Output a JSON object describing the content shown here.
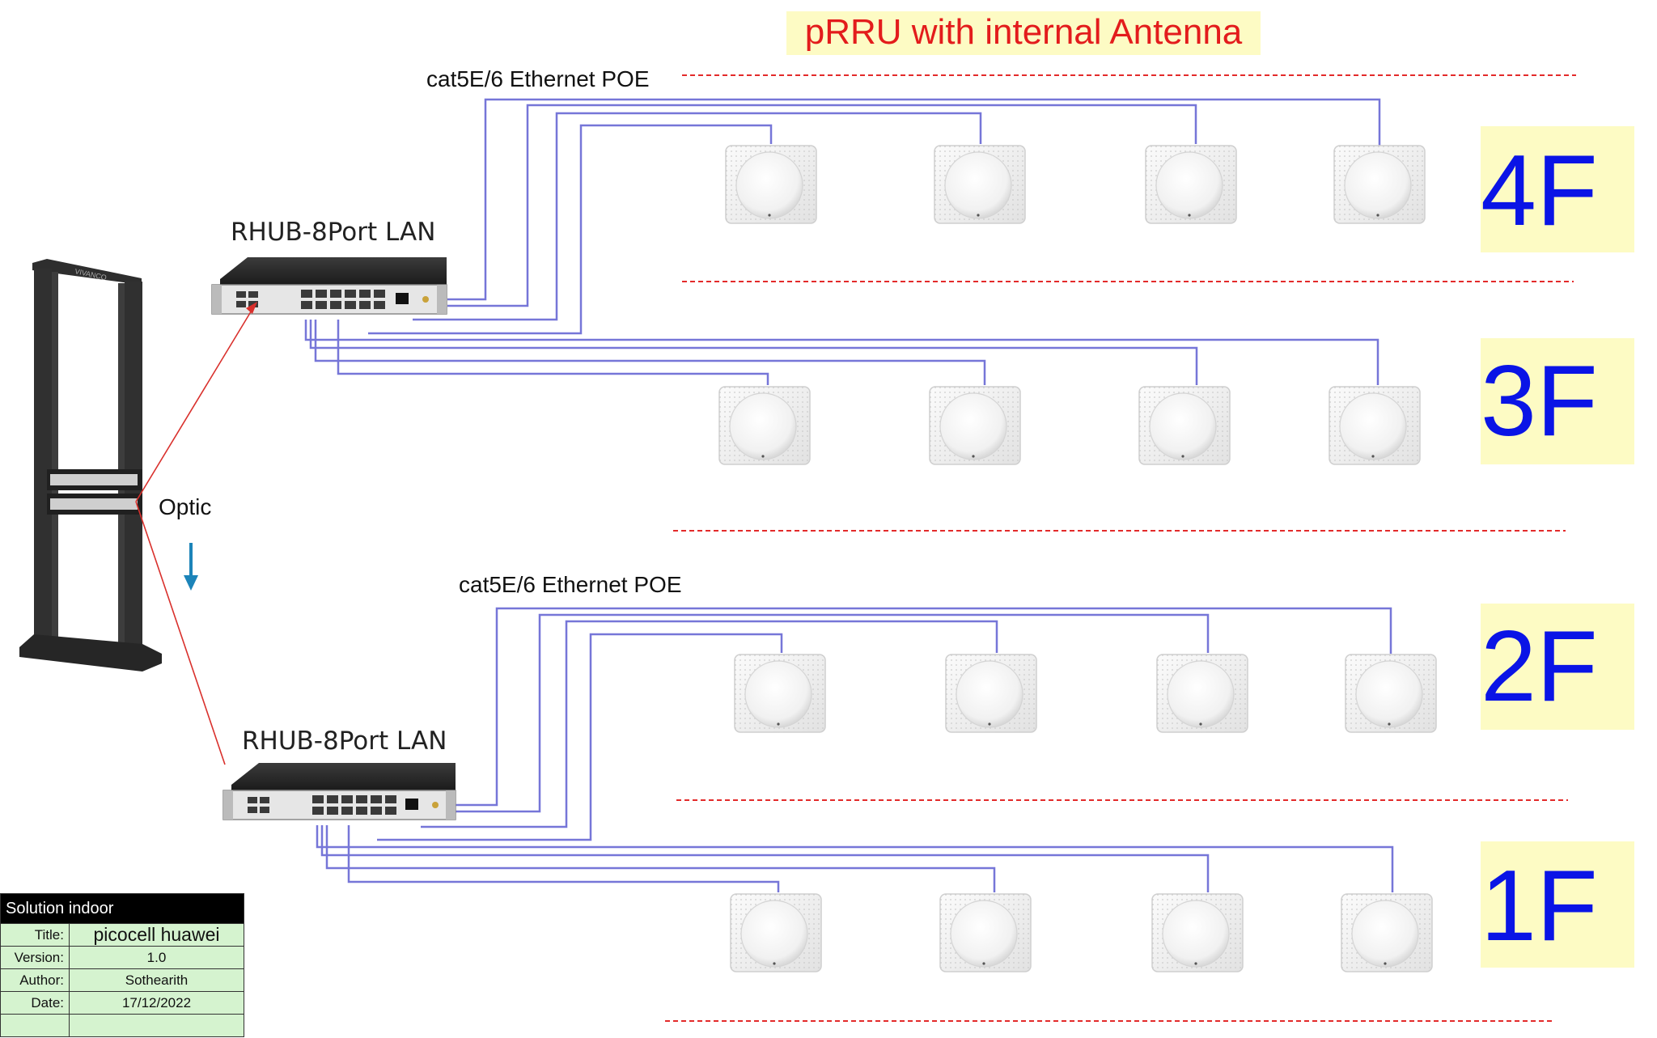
{
  "title": "pRRU with internal Antenna",
  "cable_labels": [
    "cat5E/6 Ethernet POE",
    "cat5E/6 Ethernet POE"
  ],
  "hub_labels": [
    "RHUB-8Port LAN",
    "RHUB-8Port LAN"
  ],
  "optic_label": "Optic",
  "rack_brand": "VIVANCO",
  "floors": [
    "4F",
    "3F",
    "2F",
    "1F"
  ],
  "colors": {
    "title_text": "#e31c1c",
    "title_bg": "#fdfbc4",
    "floor_text": "#0a14e6",
    "floor_bg": "#fdfbc4",
    "cable": "#7676d8",
    "optic": "#d9302c",
    "floor_divider": "#e32a2a",
    "arrow": "#1c84b9",
    "info_bg": "#d5f3cf"
  },
  "infobox": {
    "header": "Solution indoor",
    "rows": [
      {
        "key": "Title:",
        "value": "picocell huawei"
      },
      {
        "key": "Version:",
        "value": "1.0"
      },
      {
        "key": "Author:",
        "value": "Sothearith"
      },
      {
        "key": "Date:",
        "value": "17/12/2022"
      },
      {
        "key": "",
        "value": ""
      }
    ]
  }
}
